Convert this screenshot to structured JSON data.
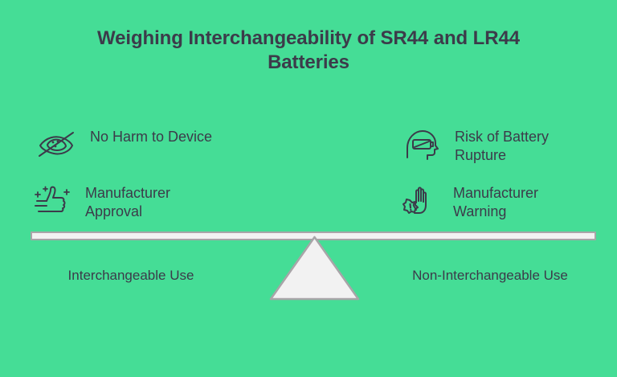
{
  "colors": {
    "background": "#45dd96",
    "text": "#3c3b4a",
    "beam_fill": "#f2f2f2",
    "beam_border": "#a8a5a8",
    "fulcrum_fill": "#f2f2f2",
    "fulcrum_border": "#a8a5a8"
  },
  "title": "Weighing Interchangeability of SR44 and LR44 Batteries",
  "left_side": {
    "features": [
      {
        "icon": "eye-crossed-out-icon",
        "label": "No Harm to Device"
      },
      {
        "icon": "thumbs-up-sparkle-icon",
        "label": "Manufacturer Approval"
      }
    ],
    "caption": "Interchangeable Use"
  },
  "right_side": {
    "features": [
      {
        "icon": "head-low-battery-icon",
        "label": "Risk of Battery Rupture"
      },
      {
        "icon": "stop-hand-warning-icon",
        "label": "Manufacturer Warning"
      }
    ],
    "caption": "Non-Interchangeable Use"
  },
  "scale": {
    "beam_name": "balance-beam",
    "fulcrum_name": "balance-fulcrum-triangle",
    "state": "balanced"
  }
}
